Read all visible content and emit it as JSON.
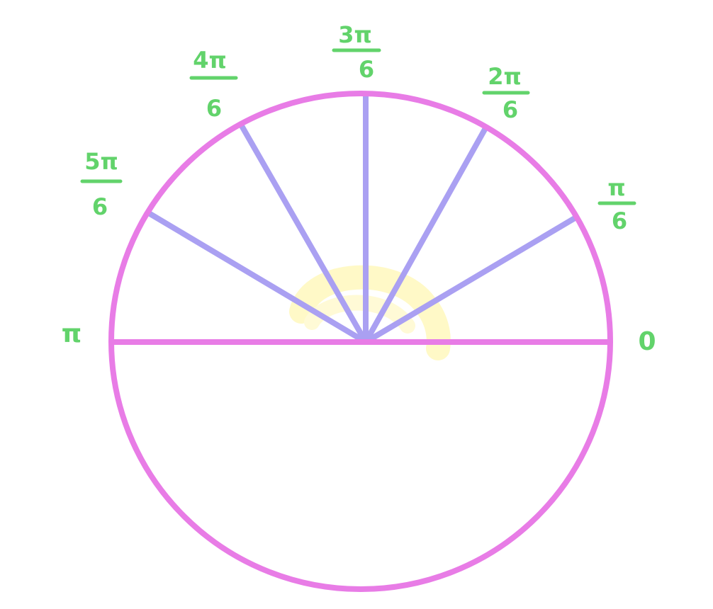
{
  "colors": {
    "circle": "#e87ce6",
    "spokes": "#aaa0f2",
    "labels": "#62d36b",
    "highlight": "#fff59a"
  },
  "labels": {
    "zero": "0",
    "pi_over_6": {
      "num": "π",
      "den": "6"
    },
    "two_pi_over_6": {
      "num": "2π",
      "den": "6"
    },
    "three_pi_over_6": {
      "num": "3π",
      "den": "6"
    },
    "four_pi_over_6": {
      "num": "4π",
      "den": "6"
    },
    "five_pi_over_6": {
      "num": "5π",
      "den": "6"
    },
    "pi": "π"
  }
}
